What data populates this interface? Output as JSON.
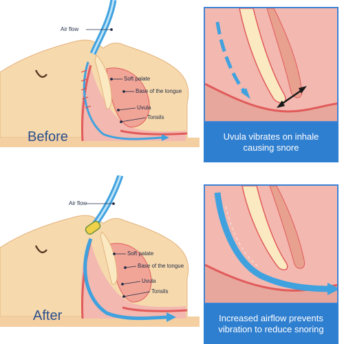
{
  "before": {
    "title": "Before",
    "labels": {
      "air_flow": "Air flow",
      "soft_palate": "Soft palate",
      "base_tongue": "Base of the tongue",
      "uvula": "Uvula",
      "tonsils": "Tonsils"
    },
    "caption_line1": "Uvula vibrates on inhale",
    "caption_line2": "causing snore"
  },
  "after": {
    "title": "After",
    "labels": {
      "air_flow": "Air flow",
      "soft_palate": "Soft palate",
      "base_tongue": "Base of the tongue",
      "uvula": "Uvula",
      "tonsils": "Tonsils"
    },
    "caption_line1": "Increased airflow prevents",
    "caption_line2": "vibration to reduce snoring"
  },
  "colors": {
    "skin": "#f6d9ad",
    "skin_dark": "#e3b27c",
    "tissue_red": "#e05a5a",
    "tissue_pink": "#f3b8b0",
    "air_blue": "#3fa2df",
    "caption_bg": "#2f7fd0",
    "title_blue": "#2b4f8c"
  }
}
